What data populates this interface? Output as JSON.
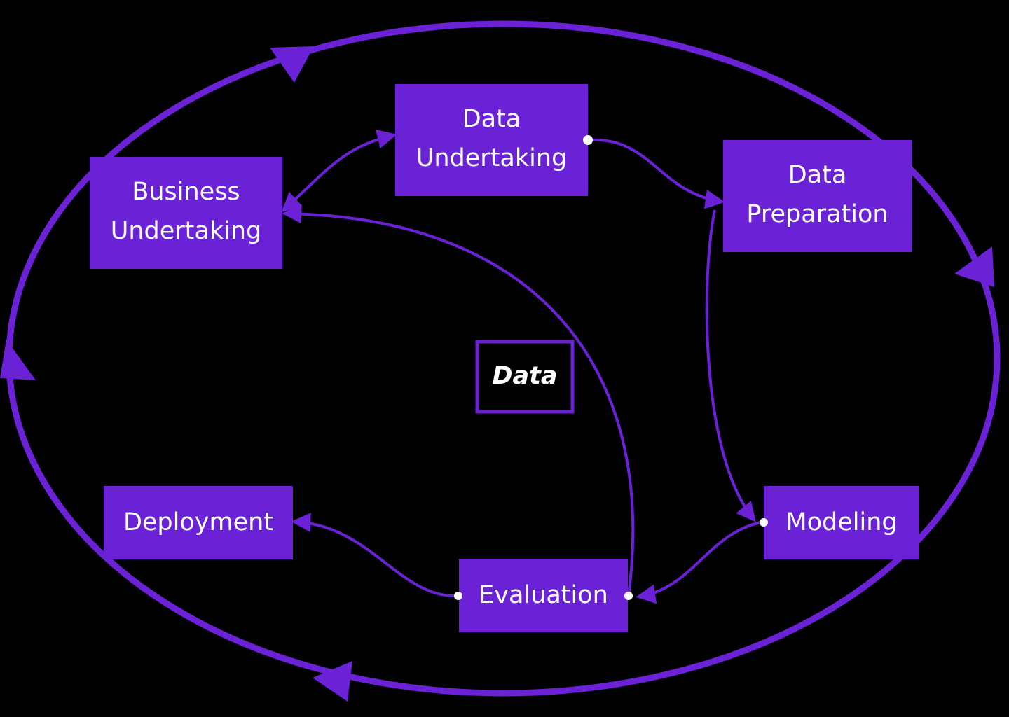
{
  "colors": {
    "background": "#000000",
    "accent": "#6b21d6",
    "text": "#ffffff"
  },
  "center": {
    "label": "Data"
  },
  "nodes": {
    "business_undertaking": [
      "Business",
      "Undertaking"
    ],
    "data_undertaking": [
      "Data",
      "Undertaking"
    ],
    "data_preparation": [
      "Data",
      "Preparation"
    ],
    "modeling": [
      "Modeling"
    ],
    "evaluation": [
      "Evaluation"
    ],
    "deployment": [
      "Deployment"
    ]
  },
  "edges": [
    {
      "from": "business_undertaking",
      "to": "data_undertaking",
      "direction": "both"
    },
    {
      "from": "data_undertaking",
      "to": "data_preparation",
      "direction": "forward"
    },
    {
      "from": "data_preparation",
      "to": "modeling",
      "direction": "forward"
    },
    {
      "from": "modeling",
      "to": "evaluation",
      "direction": "forward"
    },
    {
      "from": "evaluation",
      "to": "business_undertaking",
      "direction": "forward"
    },
    {
      "from": "evaluation",
      "to": "deployment",
      "direction": "forward"
    }
  ],
  "outer_cycle": {
    "direction": "clockwise"
  }
}
